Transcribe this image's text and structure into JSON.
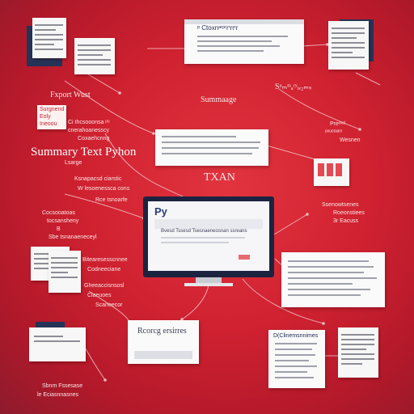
{
  "colors": {
    "background": "#cf2130",
    "dark_card": "#243357",
    "paper": "#f7f7f7",
    "accent": "#e34a52",
    "text": "#fbe5e5"
  },
  "texts": {
    "top_doc_title": "ᵖ Ctoxnᵃʳᵖʳrʳrrʳr",
    "export_what": "Fxport Wust",
    "summage": "Summaage",
    "summary_right": "Sᵘₘᵐₐʳʸᵢₑ₂ₘₛ",
    "left_note_1": "Surgnend",
    "left_note_2": "Eoly",
    "left_note_3": "Ineoou",
    "caption_top_1": "Ci thcsooonsa ᵖᵉ",
    "caption_top_2": "cnerahoanesscy",
    "caption_top_3": "Coxaehcnng",
    "main_title": "Summary Text Pyhon",
    "main_sub": "Lsarge",
    "right_caption_1": "Preᵒᵉᵈ",
    "right_caption_2": "ᵖᵒᵘᵉᵗᵃᵃᵐ",
    "right_caption_3": "Wesnen",
    "txan": "TXAN",
    "mid_left_1": "Ksnapacsd ciarstic",
    "mid_left_2": "W lesoenessca cons",
    "mid_left_3": "Rce tsnoarfe",
    "left_col_1": "Cocsooatoas",
    "left_col_2": "tocsansheny",
    "left_col_3": "B",
    "left_col_4": "Sbe tsnanaeneceyl",
    "right_mid_1": "Ssenowtsenes",
    "right_mid_2": "Roeonstiees",
    "right_mid_3": "3r Eacuss",
    "screen_py": "Py",
    "screen_line": "Bvesd Tssesd Tsesnaeneosnan ssreans",
    "below_monitor_1": "Bitearesesscnnee",
    "below_monitor_2": "Codneeciane",
    "below_monitor_3": "Gheeaccisnsosl",
    "below_monitor_4": "Ciaeuoes",
    "below_monitor_5": "Scaneecor",
    "card_label": "Rcorcg ersirres",
    "right_doc_title": "D(Clinemsnnimes",
    "bottom_left_1": "Sbnm Fssesase",
    "bottom_left_2": "le Eciasnnasnes"
  },
  "icons": [
    "document-icon",
    "window-icon",
    "monitor-icon",
    "arrow-icon"
  ]
}
